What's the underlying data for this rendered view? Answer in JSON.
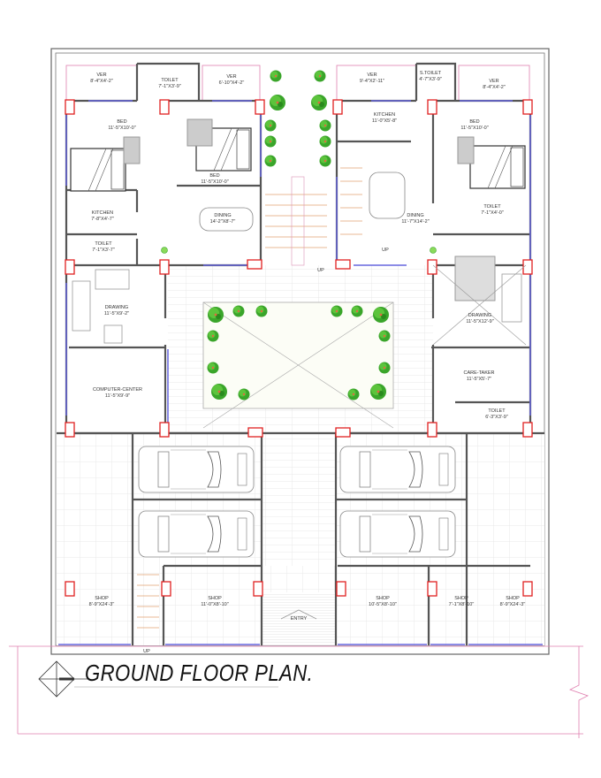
{
  "drawing": {
    "title": "GROUND FLOOR PLAN.",
    "colors": {
      "wall": "#555555",
      "column": "#e02020",
      "window": "#6666dd",
      "boundary": "#e060a0",
      "tree": "#3aa52a",
      "stair": "#e0a070",
      "tile": "#e6e6e6"
    }
  },
  "rooms": {
    "ver_tl": {
      "name": "VER",
      "size": "8'-4\"X4'-2\""
    },
    "toilet_tl": {
      "name": "TOILET",
      "size": "7'-1\"X3'-9\""
    },
    "ver_tl2": {
      "name": "VER",
      "size": "6'-10\"X4'-2\""
    },
    "bed_l1": {
      "name": "BED",
      "size": "11'-5\"X10'-0\""
    },
    "bed_l2": {
      "name": "BED",
      "size": "11'-5\"X10'-0\""
    },
    "kitchen_l": {
      "name": "KITCHEN",
      "size": "7'-8\"X4'-7\""
    },
    "dining_l": {
      "name": "DINING",
      "size": "14'-2\"X8'-7\""
    },
    "toilet_l": {
      "name": "TOILET",
      "size": "7'-1\"X3'-7\""
    },
    "drawing_l": {
      "name": "DRAWING",
      "size": "11'-5\"X9'-2\""
    },
    "computer": {
      "name": "COMPUTER-CENTER",
      "size": "11'-5\"X9'-9\""
    },
    "ver_tr": {
      "name": "VER",
      "size": "9'-4\"X2'-11\""
    },
    "stoilet_tr": {
      "name": "S.TOILET",
      "size": "4'-7\"X3'-9\""
    },
    "ver_tr2": {
      "name": "VER",
      "size": "8'-4\"X4'-2\""
    },
    "kitchen_r": {
      "name": "KITCHEN",
      "size": "11'-0\"X5'-8\""
    },
    "bed_r": {
      "name": "BED",
      "size": "11'-5\"X10'-0\""
    },
    "dining_r": {
      "name": "DINING",
      "size": "11'-7\"X14'-2\""
    },
    "toilet_r": {
      "name": "TOILET",
      "size": "7'-1\"X4'-0\""
    },
    "drawing_r": {
      "name": "DRAWING",
      "size": "11'-5\"X12'-9\""
    },
    "caretaker": {
      "name": "CARE-TAKER",
      "size": "11'-5\"X5'-7\""
    },
    "toilet_r2": {
      "name": "TOILET",
      "size": "6'-3\"X3'-9\""
    },
    "shop1": {
      "name": "SHOP",
      "size": "8'-9\"X24'-3\""
    },
    "shop2": {
      "name": "SHOP",
      "size": "11'-0\"X8'-10\""
    },
    "shop3": {
      "name": "SHOP",
      "size": "10'-5\"X8'-10\""
    },
    "shop4": {
      "name": "SHOP",
      "size": "7'-1\"X8'-10\""
    },
    "shop5": {
      "name": "SHOP",
      "size": "8'-9\"X24'-3\""
    }
  },
  "annotations": {
    "entry": "ENTRY",
    "up_center": "UP",
    "up_right": "UP",
    "up_shop": "UP"
  }
}
